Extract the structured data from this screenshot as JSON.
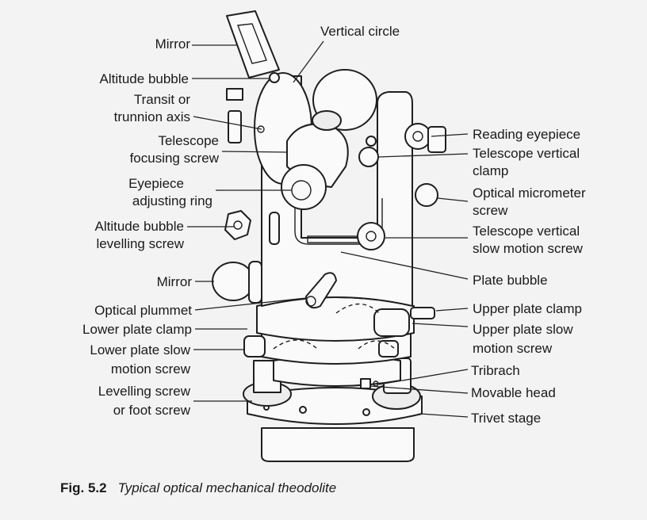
{
  "labels": {
    "mirror_top": "Mirror",
    "vertical_circle": "Vertical circle",
    "altitude_bubble": "Altitude bubble",
    "transit_axis_1": "Transit or",
    "transit_axis_2": "trunnion axis",
    "tel_focus_1": "Telescope",
    "tel_focus_2": "focusing screw",
    "eyepiece_1": "Eyepiece",
    "eyepiece_2": "adjusting ring",
    "alt_level_1": "Altitude bubble",
    "alt_level_2": "levelling screw",
    "mirror_mid": "Mirror",
    "optical_plummet": "Optical plummet",
    "lower_plate_clamp": "Lower plate clamp",
    "lower_slow_1": "Lower plate slow",
    "lower_slow_2": "motion screw",
    "levelling_1": "Levelling screw",
    "levelling_2": "or foot screw",
    "reading_eyepiece": "Reading eyepiece",
    "tel_vclamp_1": "Telescope vertical",
    "tel_vclamp_2": "clamp",
    "opt_micro_1": "Optical micrometer",
    "opt_micro_2": "screw",
    "tel_slow_1": "Telescope vertical",
    "tel_slow_2": "slow motion screw",
    "plate_bubble": "Plate bubble",
    "upper_plate_clamp": "Upper plate clamp",
    "upper_slow_1": "Upper plate slow",
    "upper_slow_2": "motion screw",
    "tribrach": "Tribrach",
    "movable_head": "Movable head",
    "trivet_stage": "Trivet stage"
  },
  "caption": {
    "figure_number": "Fig.  5.2",
    "title": "Typical optical mechanical theodolite"
  }
}
